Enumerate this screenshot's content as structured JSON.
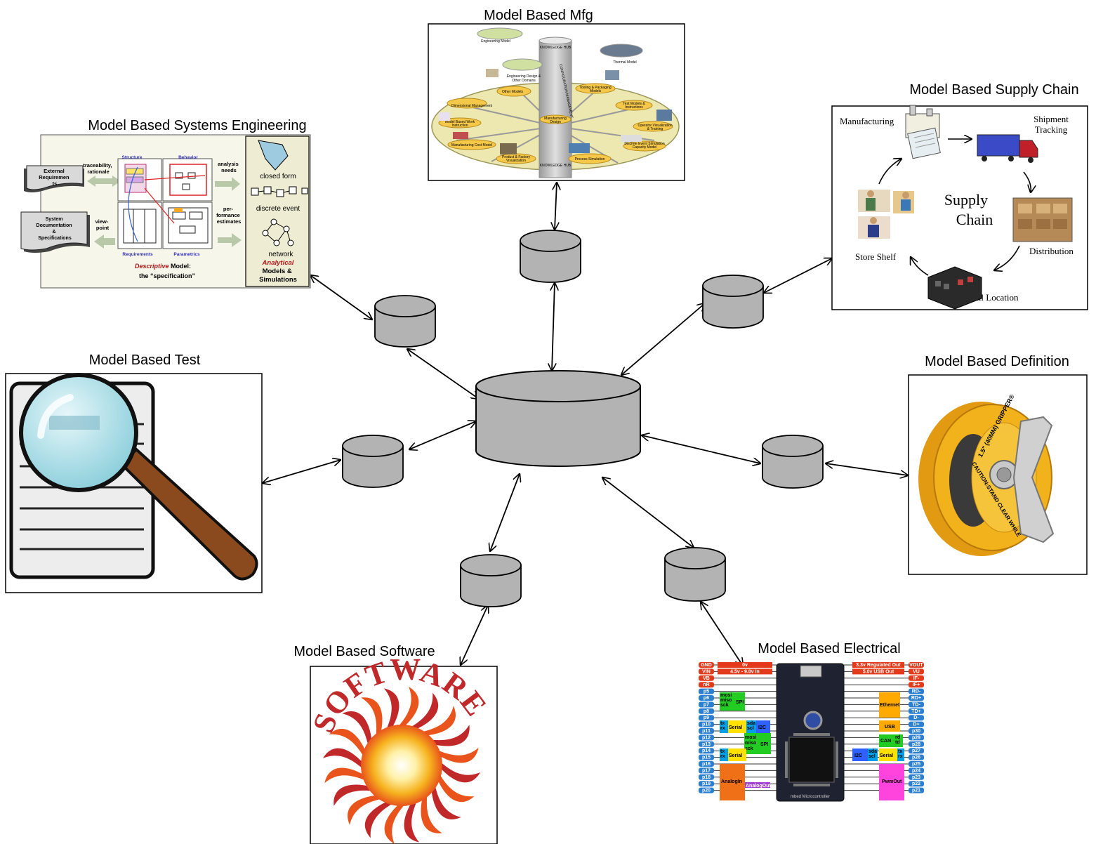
{
  "colors": {
    "cylinder_fill": "#b3b3b3",
    "stroke": "#000000",
    "mbse_bg": "#f7f6ea",
    "software_orange": "#e8541c",
    "software_red": "#c0282a",
    "defn_yellow": "#f2b21b",
    "test_glass": "#b6e3ea",
    "test_handle": "#8b4a1e"
  },
  "labels": {
    "mfg": "Model Based Mfg",
    "supply": "Model Based Supply Chain",
    "mbse": "Model Based Systems Engineering",
    "test": "Model Based Test",
    "definition": "Model Based Definition",
    "software": "Model Based Software",
    "electrical": "Model Based Electrical"
  },
  "mbse": {
    "ext_req": [
      "External",
      "Requiremen",
      "ts"
    ],
    "sys_doc": [
      "System",
      "Documentation",
      "&",
      "Specifications"
    ],
    "traceability": [
      "traceability,",
      "rationale"
    ],
    "viewpoint": [
      "view-",
      "point"
    ],
    "structure": "Structure",
    "behavior": "Behavior",
    "requirements": "Requirements",
    "parametrics": "Parametrics",
    "analysis": [
      "analysis",
      "needs"
    ],
    "performance": [
      "per-",
      "formance",
      "estimates"
    ],
    "descriptive": "Descriptive",
    "model_word": "Model:",
    "spec": "the “specification”",
    "closed_form": "closed form",
    "discrete_event": "discrete event",
    "network": "network",
    "analytical": "Analytical",
    "models_sims": [
      "Models &",
      "Simulations"
    ]
  },
  "mfg": {
    "knowledge_hub": "KNOWLEDGE HUB",
    "config_mgmt": "CONFIGURATION MANAGEMENT",
    "engineering_model": "Engineering Model",
    "thermal_model": "Thermal Model",
    "eng_design": [
      "Engineering Design &",
      "Other Domains"
    ],
    "other_models": "Other Models",
    "tooling": [
      "Tooling & Packaging",
      "Models"
    ],
    "dimensional": "Dimensional Management",
    "test_models": [
      "Test Models &",
      "Instructions"
    ],
    "mfg_design": [
      "Manufacturing",
      "Design"
    ],
    "work_instr": [
      "Model Based Work",
      "Instruction"
    ],
    "operator": [
      "Operator Visualization",
      "& Training"
    ],
    "cost_model": "Manufacturing Cost Model",
    "des": [
      "Discrete Event Simulation",
      "Capacity Model"
    ],
    "product_factory": [
      "Product & Factory",
      "Visualization"
    ],
    "process_sim": "Process Simulation"
  },
  "supply": {
    "manufacturing": "Manufacturing",
    "shipment": [
      "Shipment",
      "Tracking"
    ],
    "supply": "Supply",
    "chain": "Chain",
    "store_shelf": "Store Shelf",
    "distribution": "Distribution",
    "retail": "Retail Location"
  },
  "definition": {
    "gripper": "1.5\" (40MM) GRIPPER®",
    "caution": "CAUTION:STAND CLEAR WHILE"
  },
  "software": {
    "word": "SOFTWARE"
  },
  "electrical": {
    "left_pins": [
      "GND",
      "VIN",
      "VB",
      "nR",
      "p5",
      "p6",
      "p7",
      "p8",
      "p9",
      "p10",
      "p11",
      "p12",
      "p13",
      "p14",
      "p15",
      "p16",
      "p17",
      "p18",
      "p19",
      "p20"
    ],
    "right_pins": [
      "VOUT",
      "VU",
      "IF-",
      "IF+",
      "RD-",
      "RD+",
      "TD-",
      "TD+",
      "D-",
      "D+",
      "p30",
      "p29",
      "p28",
      "p27",
      "p26",
      "p25",
      "p24",
      "p23",
      "p22",
      "p21"
    ],
    "left_top": [
      "0v",
      "4.5v - 9.0v In"
    ],
    "right_top": [
      "3.3v Regulated Out",
      "5.0v USB Out"
    ],
    "spi": "SPI",
    "serial": "Serial",
    "i2c": "I2C",
    "analogin": "AnalogIn",
    "analogout": "AnalogOut",
    "ethernet": "Ethernet",
    "usb": "USB",
    "can": "CAN",
    "pwmout": "PwmOut",
    "mosi": "mosi",
    "miso": "miso",
    "sck": "sck",
    "tx": "tx",
    "rx": "rx",
    "sda": "sda",
    "scl": "scl",
    "rd": "rd",
    "td": "td",
    "board_label": "mbed Microcontroller"
  }
}
